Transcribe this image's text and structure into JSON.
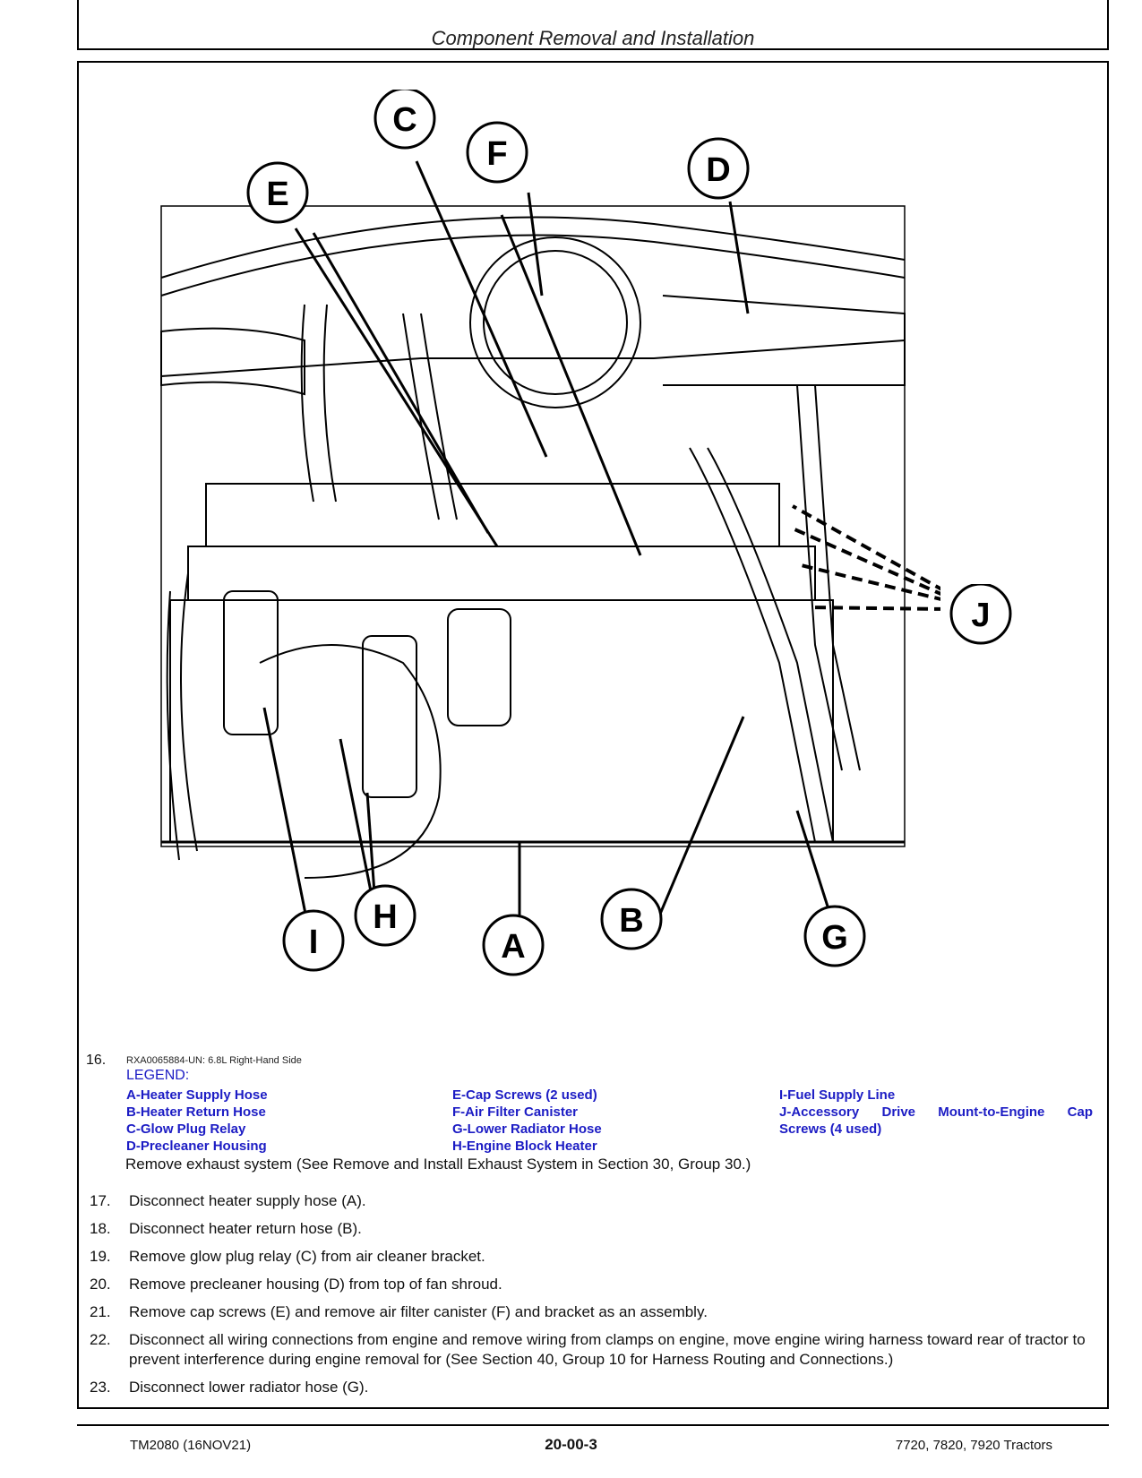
{
  "header": {
    "title": "Component Removal and Installation"
  },
  "figure": {
    "step_number": "16.",
    "caption": "RXA0065884-UN: 6.8L Right-Hand Side",
    "callouts": [
      "A",
      "B",
      "C",
      "D",
      "E",
      "F",
      "G",
      "H",
      "I",
      "J"
    ]
  },
  "legend": {
    "title": "LEGEND:",
    "col1": [
      "A-Heater Supply Hose",
      "B-Heater Return Hose",
      "C-Glow Plug Relay",
      "D-Precleaner Housing"
    ],
    "col2": [
      "E-Cap Screws (2 used)",
      "F-Air Filter Canister",
      "G-Lower Radiator Hose",
      "H-Engine Block Heater"
    ],
    "col3": [
      "I-Fuel Supply Line",
      "J-Accessory Drive Mount-to-Engine Cap Screws (4 used)"
    ],
    "col3_line2_words": [
      "J-Accessory",
      "Drive",
      "Mount-to-Engine",
      "Cap"
    ],
    "col3_line3": "Screws (4 used)"
  },
  "instruction_lead": "Remove exhaust system (See Remove and Install Exhaust System in Section 30, Group 30.)",
  "steps": [
    {
      "num": "17.",
      "text": "Disconnect heater supply hose (A)."
    },
    {
      "num": "18.",
      "text": "Disconnect heater return hose (B)."
    },
    {
      "num": "19.",
      "text": "Remove glow plug relay (C) from air cleaner bracket."
    },
    {
      "num": "20.",
      "text": "Remove precleaner housing (D) from top of fan shroud."
    },
    {
      "num": "21.",
      "text": "Remove cap screws (E) and remove air filter canister (F) and bracket as an assembly."
    },
    {
      "num": "22.",
      "text": "Disconnect all wiring connections from engine and remove wiring from clamps on engine, move engine wiring harness toward rear of tractor to prevent interference during engine removal for (See Section 40, Group 10 for Harness Routing and Connections.)"
    },
    {
      "num": "23.",
      "text": "Disconnect lower radiator hose (G)."
    }
  ],
  "footer": {
    "left": "TM2080 (16NOV21)",
    "center": "20-00-3",
    "right": "7720, 7820, 7920 Tractors"
  },
  "colors": {
    "legend_text": "#1c1cc4",
    "frame": "#000000"
  }
}
